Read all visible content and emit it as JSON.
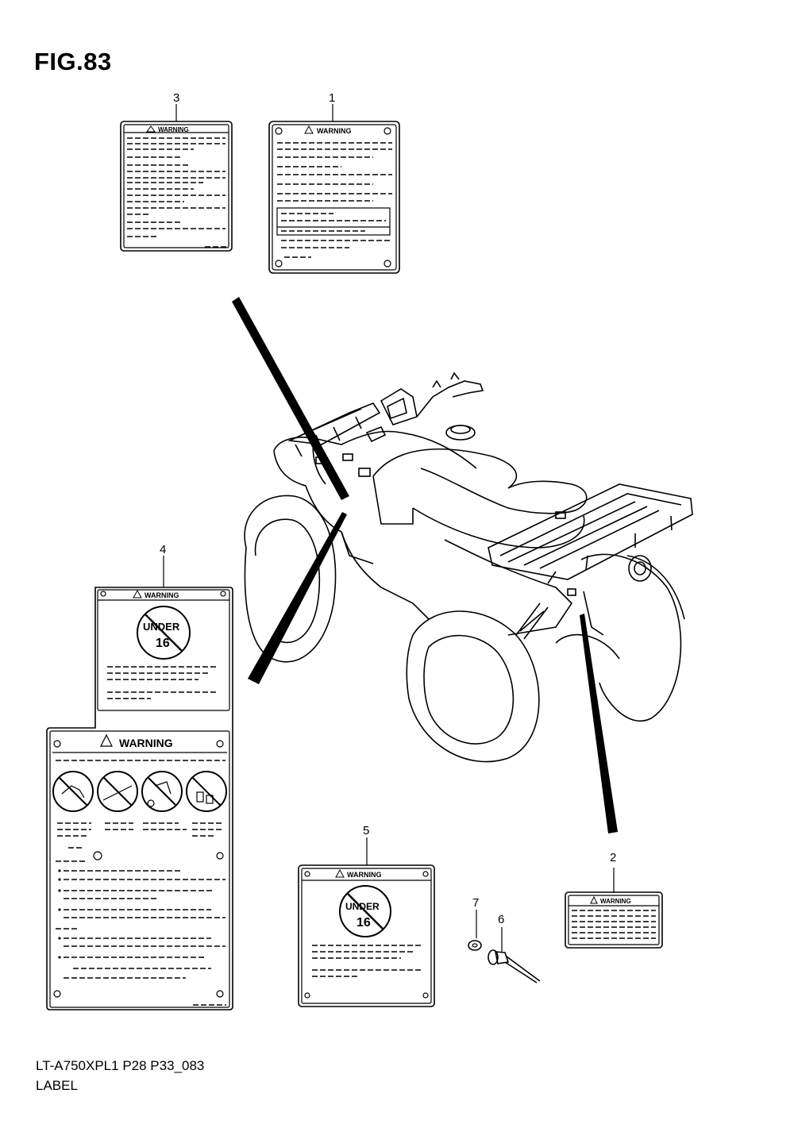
{
  "figure": {
    "title": "FIG.83",
    "model_code": "LT-A750XPL1 P28 P33_083",
    "section_name": "LABEL"
  },
  "callouts": [
    "1",
    "2",
    "3",
    "4",
    "5",
    "6",
    "7"
  ],
  "labels": {
    "warning_text": "WARNING",
    "under_text": "UNDER",
    "age_text": "16"
  }
}
